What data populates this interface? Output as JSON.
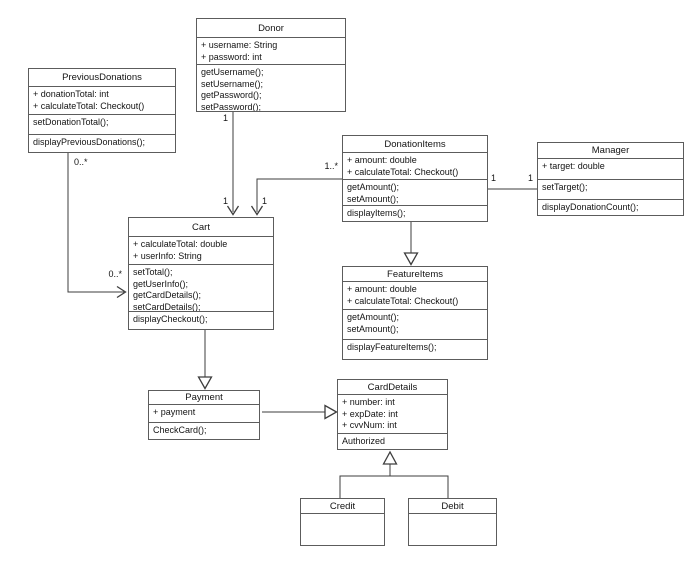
{
  "diagram": {
    "kind": "uml-class-diagram",
    "colors": {
      "background": "#ffffff",
      "box_fill": "#ffffff",
      "box_border": "#5c5c5c",
      "connector": "#3d3d3d",
      "text": "#141414"
    }
  },
  "classes": {
    "donor": {
      "title": "Donor",
      "compartments": [
        [
          "+ username: String",
          "+ password: int"
        ],
        [
          "getUsername();",
          "setUsername();",
          "getPassword();",
          "setPassword();"
        ]
      ]
    },
    "previous_donations": {
      "title": "PreviousDonations",
      "compartments": [
        [
          "+ donationTotal: int",
          "+ calculateTotal: Checkout()"
        ],
        [
          "setDonationTotal();"
        ],
        [
          "displayPreviousDonations();"
        ]
      ]
    },
    "donation_items": {
      "title": "DonationItems",
      "compartments": [
        [
          "+ amount: double",
          "+ calculateTotal: Checkout()"
        ],
        [
          "getAmount();",
          "setAmount();"
        ],
        [
          "displayItems();"
        ]
      ]
    },
    "manager": {
      "title": "Manager",
      "compartments": [
        [
          "+ target: double"
        ],
        [
          "setTarget();"
        ],
        [
          "displayDonationCount();"
        ]
      ]
    },
    "cart": {
      "title": "Cart",
      "compartments": [
        [
          "+ calculateTotal: double",
          "+ userInfo: String"
        ],
        [
          "setTotal();",
          "getUserInfo();",
          "getCardDetails();",
          "setCardDetails();"
        ],
        [
          "displayCheckout();"
        ]
      ]
    },
    "feature_items": {
      "title": "FeatureItems",
      "compartments": [
        [
          "+ amount: double",
          "+ calculateTotal: Checkout()"
        ],
        [
          "getAmount();",
          "setAmount();"
        ],
        [
          "displayFeatureItems();"
        ]
      ]
    },
    "payment": {
      "title": "Payment",
      "compartments": [
        [
          "+ payment"
        ],
        [
          "CheckCard();"
        ]
      ]
    },
    "card_details": {
      "title": "CardDetails",
      "compartments": [
        [
          "+ number: int",
          "+ expDate: int",
          "+ cvvNum: int"
        ],
        [
          "Authorized"
        ]
      ]
    },
    "credit": {
      "title": "Credit",
      "compartments": [
        []
      ]
    },
    "debit": {
      "title": "Debit",
      "compartments": [
        []
      ]
    }
  },
  "connectors": {
    "donor_to_cart": {
      "from": "Donor",
      "to": "Cart",
      "style": "open-arrow",
      "from_label": "1",
      "to_label": "1"
    },
    "donationitems_to_cart": {
      "from": "DonationItems",
      "to": "Cart",
      "style": "open-arrow",
      "from_label": "1..*",
      "to_label": "1"
    },
    "previousdonations_to_cart": {
      "from": "PreviousDonations",
      "to": "Cart",
      "style": "open-arrow",
      "from_label": "0..*",
      "to_label": "0..*"
    },
    "donationitems_to_manager": {
      "from": "DonationItems",
      "to": "Manager",
      "style": "plain-line",
      "from_label": "1",
      "to_label": "1"
    },
    "donationitems_to_featureitems": {
      "from": "DonationItems",
      "to": "FeatureItems",
      "style": "hollow-triangle"
    },
    "cart_to_payment": {
      "from": "Cart",
      "to": "Payment",
      "style": "hollow-triangle"
    },
    "payment_to_carddetails": {
      "from": "Payment",
      "to": "CardDetails",
      "style": "hollow-triangle"
    },
    "credit_debit_to_carddetails": {
      "from": "Credit / Debit",
      "to": "CardDetails",
      "style": "hollow-triangle"
    }
  }
}
